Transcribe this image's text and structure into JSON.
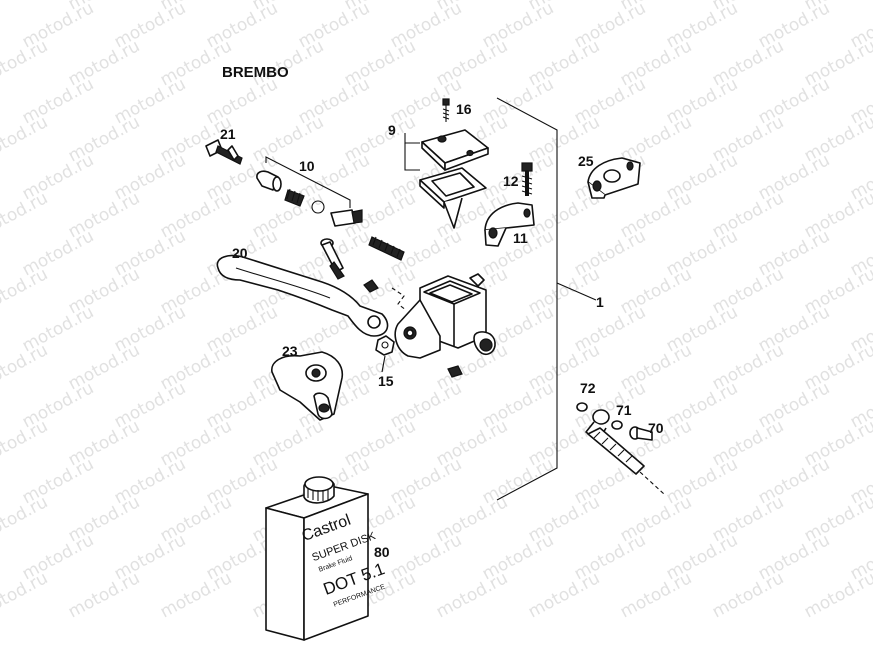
{
  "diagram": {
    "brand_label": "BREMBO",
    "watermark_text": "motod.ru",
    "callouts": {
      "p1": "1",
      "p9": "9",
      "p10": "10",
      "p11": "11",
      "p12": "12",
      "p15": "15",
      "p16": "16",
      "p20": "20",
      "p21": "21",
      "p23": "23",
      "p25": "25",
      "p70": "70",
      "p71": "71",
      "p72": "72",
      "p80": "80"
    },
    "fluid_can": {
      "brand": "Castrol",
      "line1": "SUPER DISK",
      "line2": "Brake Fluid",
      "line3": "DOT 5.1",
      "line4": "PERFORMANCE"
    }
  }
}
